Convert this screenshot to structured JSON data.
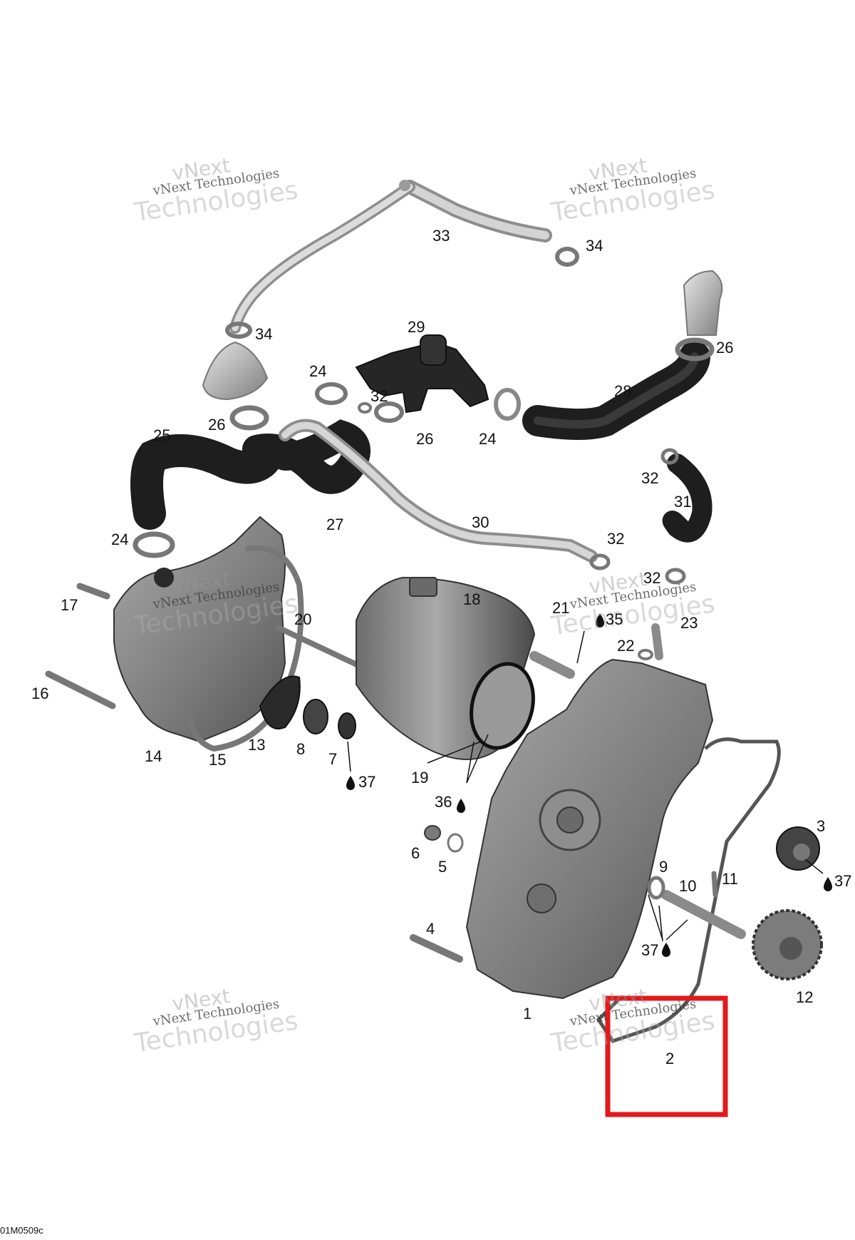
{
  "callouts": {
    "c1": "1",
    "c2": "2",
    "c3": "3",
    "c4": "4",
    "c5": "5",
    "c6": "6",
    "c7": "7",
    "c8": "8",
    "c9": "9",
    "c10": "10",
    "c11": "11",
    "c12": "12",
    "c13": "13",
    "c14": "14",
    "c15": "15",
    "c16": "16",
    "c17": "17",
    "c18": "18",
    "c19": "19",
    "c20": "20",
    "c21": "21",
    "c22": "22",
    "c23": "23",
    "c24a": "24",
    "c24b": "24",
    "c24c": "24",
    "c25": "25",
    "c26a": "26",
    "c26b": "26",
    "c26c": "26",
    "c27": "27",
    "c28": "28",
    "c29": "29",
    "c30": "30",
    "c31": "31",
    "c32a": "32",
    "c32b": "32",
    "c32c": "32",
    "c32d": "32",
    "c33": "33",
    "c34a": "34",
    "c34b": "34",
    "c35": "35",
    "c36": "36",
    "c37a": "37",
    "c37b": "37",
    "c37c": "37"
  },
  "watermark": {
    "brand": "vNext",
    "name": "vNext Technologies",
    "big": "Technologies"
  },
  "figure_code": "01M0509c",
  "colors": {
    "highlight": "#e3191c",
    "hose": "#222222",
    "metal": "#b9b9b9",
    "housing": "#8a8a8a"
  }
}
